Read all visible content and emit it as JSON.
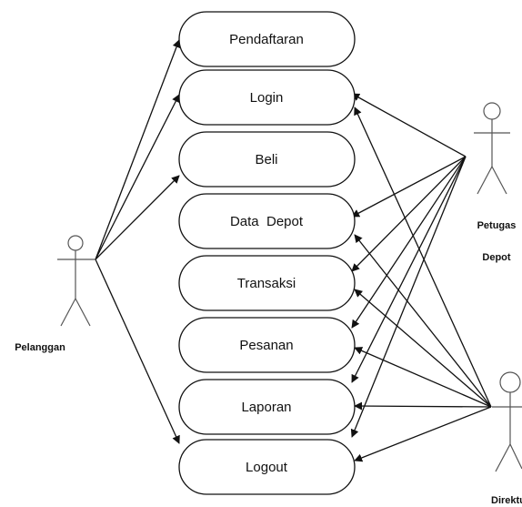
{
  "diagram": {
    "use_cases": [
      {
        "label": "Pendaftaran"
      },
      {
        "label": "Login"
      },
      {
        "label": "Beli"
      },
      {
        "label": "Data  Depot"
      },
      {
        "label": "Transaksi"
      },
      {
        "label": "Pesanan"
      },
      {
        "label": "Laporan"
      },
      {
        "label": "Logout"
      }
    ],
    "actors": {
      "pelanggan": {
        "label": "Pelanggan"
      },
      "petugas": {
        "label_line1": "Petugas",
        "label_line2": "Depot"
      },
      "direktur": {
        "label": "Direktur"
      }
    },
    "colors": {
      "line": "#111111",
      "actor": "#555555",
      "background": "#ffffff"
    }
  }
}
